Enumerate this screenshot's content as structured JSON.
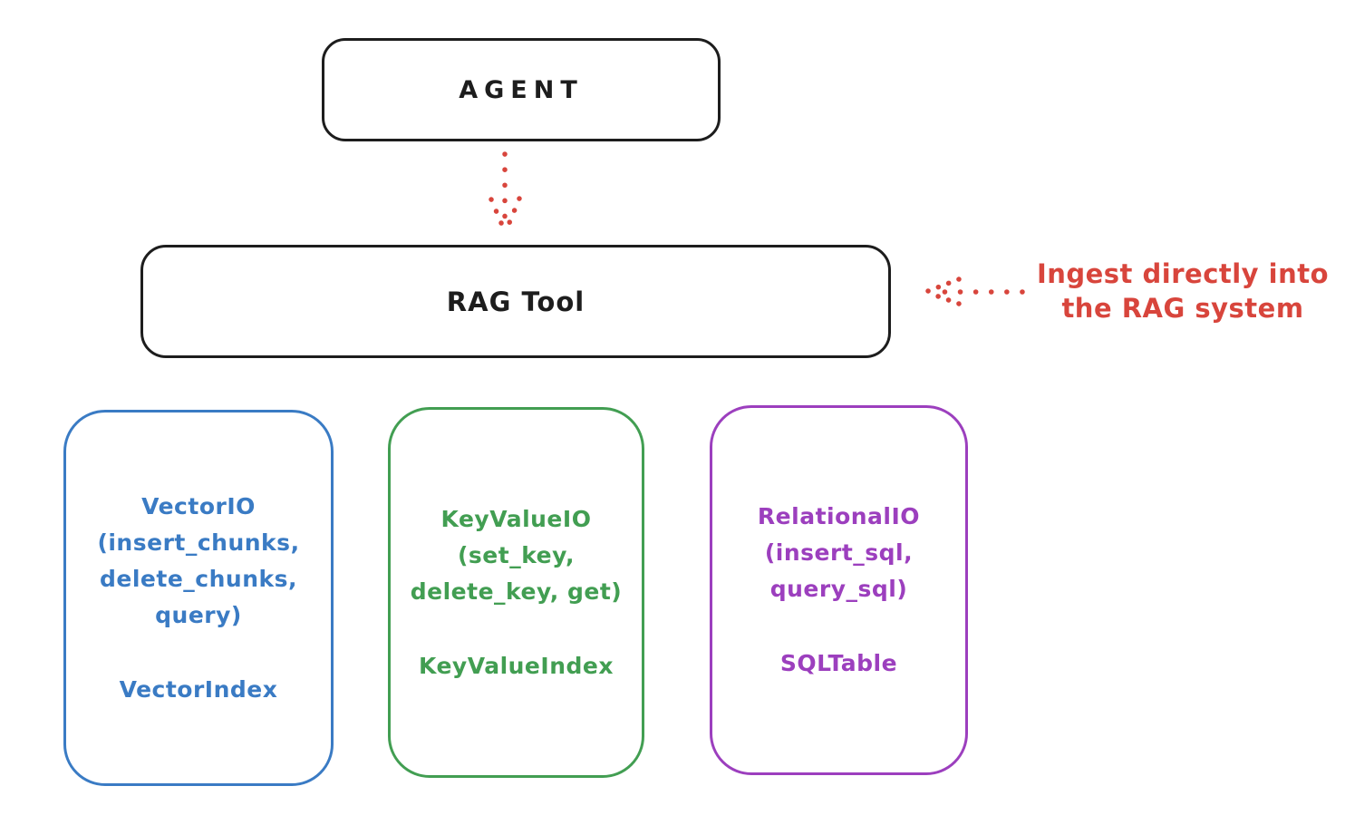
{
  "diagram": {
    "agent": {
      "label": "AGENT"
    },
    "rag_tool": {
      "label": "RAG Tool"
    },
    "annotation": {
      "text": "Ingest directly into\nthe RAG system",
      "color": "#d8453c"
    },
    "arrows": [
      {
        "name": "agent-to-rag-tool",
        "style": "dotted",
        "color": "#d8453c",
        "direction": "down"
      },
      {
        "name": "ingest-into-rag-tool",
        "style": "dotted",
        "color": "#d8453c",
        "direction": "left"
      }
    ],
    "stores": [
      {
        "interface": "VectorIO\n(insert_chunks,\ndelete_chunks,\nquery)",
        "index": "VectorIndex",
        "color": "#3a7bc4"
      },
      {
        "interface": "KeyValueIO\n(set_key,\ndelete_key, get)",
        "index": "KeyValueIndex",
        "color": "#429e52"
      },
      {
        "interface": "RelationalIO\n(insert_sql,\nquery_sql)",
        "index": "SQLTable",
        "color": "#9c3fbe"
      }
    ],
    "ink_color": "#1d1d1d",
    "background_color": "#ffffff"
  }
}
